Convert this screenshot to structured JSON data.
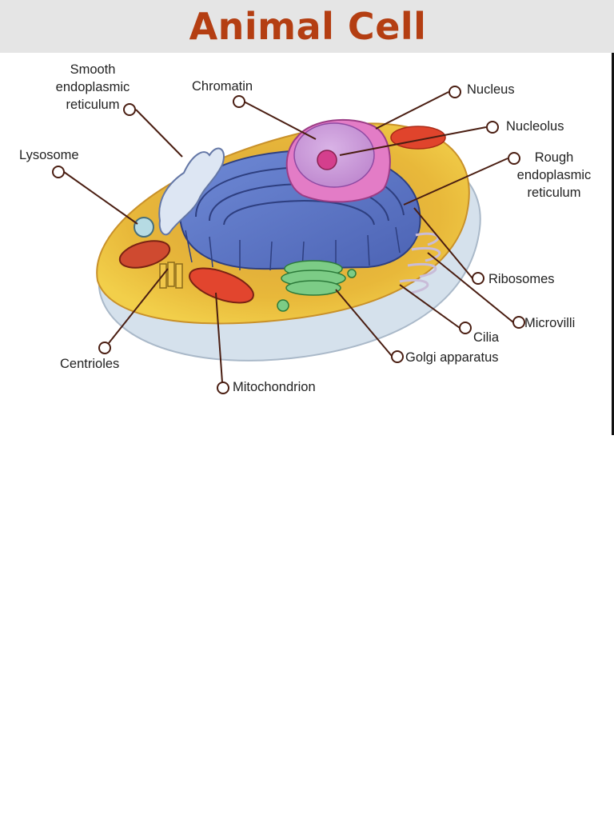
{
  "title": "Animal Cell",
  "labels": {
    "smooth_er": "Smooth\nendoplasmic\nreticulum",
    "chromatin": "Chromatin",
    "nucleus": "Nucleus",
    "nucleolus": "Nucleolus",
    "rough_er": "Rough\nendoplasmic\nreticulum",
    "lysosome": "Lysosome",
    "ribosomes": "Ribosomes",
    "microvilli": "Microvilli",
    "cilia": "Cilia",
    "golgi": "Golgi apparatus",
    "centrioles": "Centrioles",
    "mitochondrion": "Mitochondrion"
  },
  "colors": {
    "title": "#b43e12",
    "cytoplasm": "#e8b83a",
    "membrane": "#c9d6e3",
    "er": "#5f78c8",
    "nucleus": "#d66bb8",
    "golgi": "#6dbf7b",
    "mitochondrion": "#d8452c",
    "leader_line": "#4a1e12"
  }
}
